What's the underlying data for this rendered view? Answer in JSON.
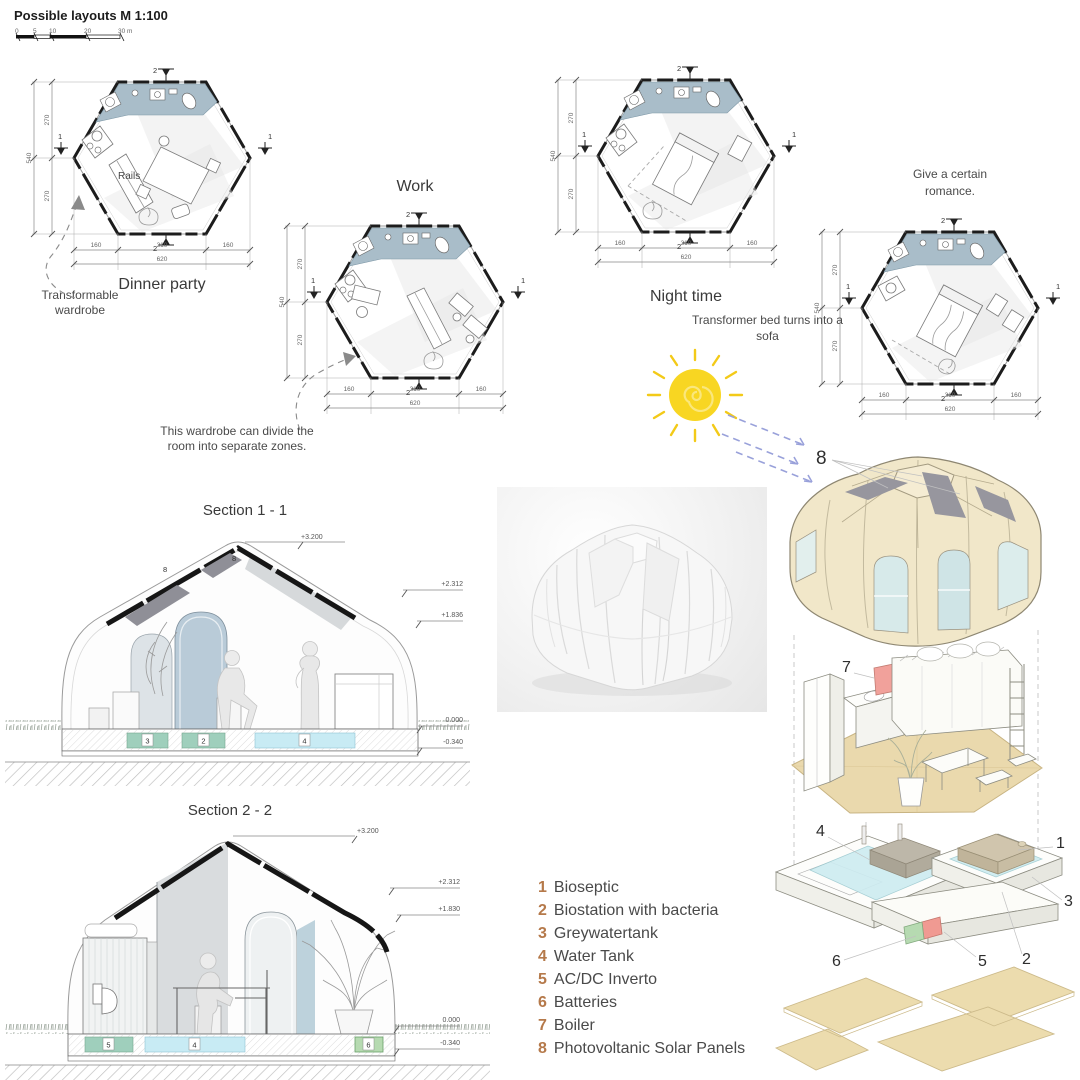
{
  "header": {
    "title": "Possible layouts M 1:100",
    "scale_ticks": [
      "0",
      "5",
      "10",
      "20",
      "30 m"
    ]
  },
  "plans": {
    "dims": {
      "v1": "270",
      "v2": "270",
      "v_total": "540",
      "h1": "160",
      "h2": "310",
      "h3": "160",
      "h_total": "620",
      "marker_side": "1",
      "marker_topbot": "2"
    },
    "dinner": {
      "label": "Dinner party",
      "rails": "Rails"
    },
    "work": {
      "label": "Work"
    },
    "night": {
      "label": "Night time"
    },
    "romance": {
      "label_line1": "Give a certain",
      "label_line2": "romance."
    }
  },
  "annotations": {
    "wardrobe": "Transformable wardrobe",
    "divide": "This wardrobe can divide the room into separate zones.",
    "bed": "Transformer bed turns into a sofa"
  },
  "sections": {
    "s1": {
      "title": "Section 1 - 1",
      "lvl_top": "+3.200",
      "lvl_1": "+2.312",
      "lvl_2": "+1.836",
      "lvl_0": "0.000",
      "lvl_b": "-0.340",
      "roof_a": "8",
      "roof_b": "8",
      "f1": "3",
      "f2": "2",
      "f3": "4"
    },
    "s2": {
      "title": "Section 2 - 2",
      "lvl_top": "+3.200",
      "lvl_1": "+2.312",
      "lvl_2": "+1.830",
      "lvl_0": "0.000",
      "lvl_b": "-0.340",
      "f1": "5",
      "f2": "4",
      "f3": "6"
    }
  },
  "axon": {
    "n8": "8",
    "n7": "7",
    "n4": "4",
    "n1": "1",
    "n3": "3",
    "n2": "2",
    "n5": "5",
    "n6": "6"
  },
  "legend": {
    "items": [
      {
        "num": "1",
        "label": "Bioseptic"
      },
      {
        "num": "2",
        "label": "Biostation with bacteria"
      },
      {
        "num": "3",
        "label": "Greywatertank"
      },
      {
        "num": "4",
        "label": "Water Tank"
      },
      {
        "num": "5",
        "label": "AC/DC Inverto"
      },
      {
        "num": "6",
        "label": "Batteries"
      },
      {
        "num": "7",
        "label": "Boiler"
      },
      {
        "num": "8",
        "label": "Photovoltanic Solar Panels"
      }
    ]
  },
  "colors": {
    "bathroom": "#a9bdc9",
    "axon_cream": "#f1e7c9",
    "solar_gray": "#97969e",
    "window_blue": "#d7eaea",
    "plate_tan": "#ecdcae",
    "water_cyan": "#cdecf1",
    "tank_green": "#9fcfbc",
    "tank_cyan": "#c8ebf4",
    "boiler_red": "#f1a19b",
    "battery_green": "#b6dab1",
    "legend_accent": "#b5794a",
    "sun_yellow": "#f8d622"
  }
}
